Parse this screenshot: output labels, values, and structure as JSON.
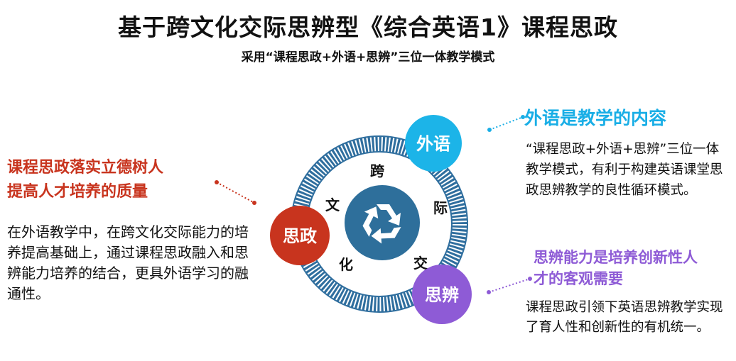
{
  "title": "基于跨文化交际思辨型《综合英语1》课程思政",
  "subtitle": "采用“课程思政+外语+思辨”三位一体教学模式",
  "left": {
    "heading_line1": "课程思政落实立德树人",
    "heading_line2": "提高人才培养的质量",
    "body": "在外语教学中，在跨文化交际能力的培养提高基础上，通过课程思政融入和思辨能力培养的结合，更具外语学习的融通性。"
  },
  "top_right": {
    "heading": "外语是教学的内容",
    "body": "“课程思政+外语+思辨”三位一体教学模式，有利于构建英语课堂思政思辨教学的良性循环模式。"
  },
  "bottom_right": {
    "heading_line1": "思辨能力是培养创新性人",
    "heading_line2": "才的客观需要",
    "body": "课程思政引领下英语思辨教学实现了育人性和创新性的有机统一。"
  },
  "diagram": {
    "nodes": {
      "waiyu": "外语",
      "sizheng": "思政",
      "sibian": "思辨"
    },
    "ring_chars": [
      "跨",
      "文",
      "际",
      "化",
      "交"
    ],
    "center_icon": "recycle-icon",
    "colors": {
      "ring": "#2f6e9e",
      "ring_stripe": "#ffffff",
      "center": "#2e6f9b",
      "waiyu": "#1cb4e8",
      "sizheng": "#c8341e",
      "sibian": "#8e5bd6"
    }
  }
}
